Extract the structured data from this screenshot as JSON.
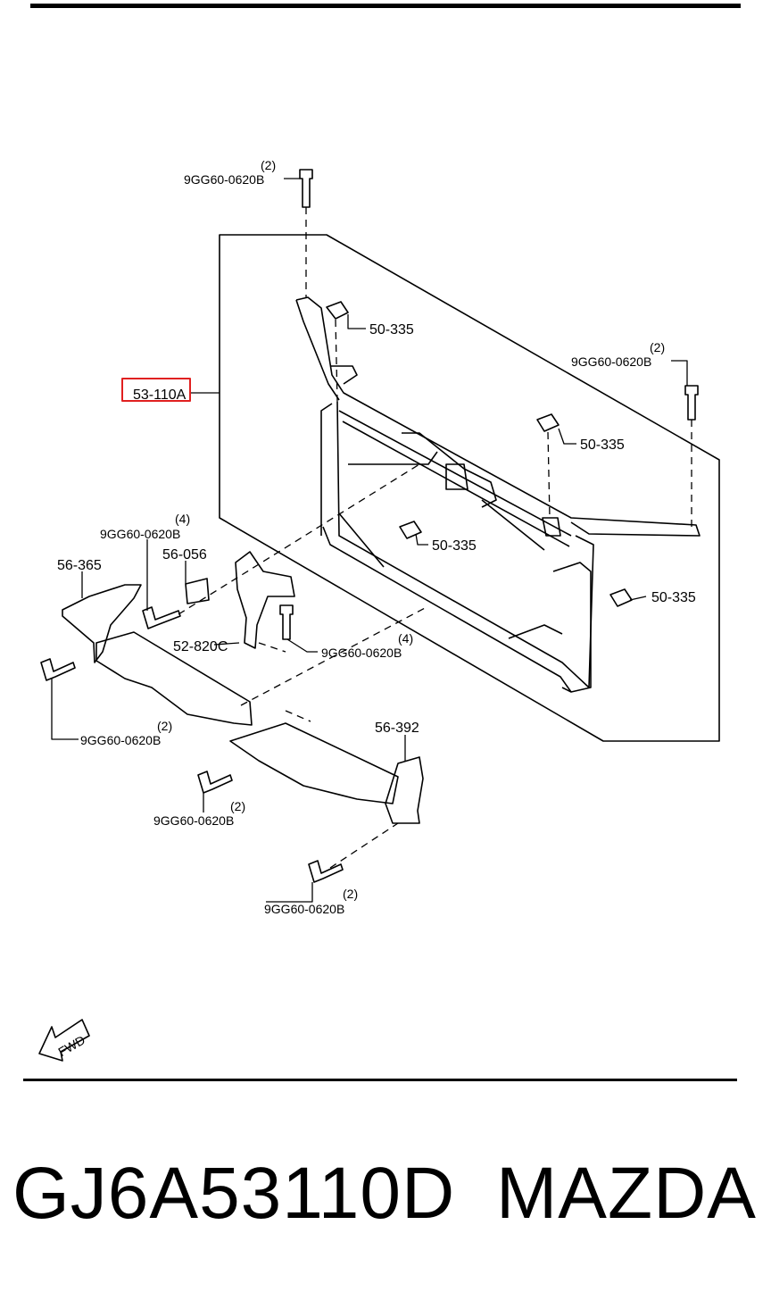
{
  "diagram": {
    "callouts": {
      "main_part": "53-110A",
      "clip_1": "50-335",
      "clip_2": "50-335",
      "clip_3": "50-335",
      "clip_4": "50-335",
      "bracket_left": "56-365",
      "bracket_small": "56-056",
      "latch": "52-820C",
      "deflector": "56-392",
      "bolt_top": "9GG60-0620B",
      "bolt_top_qty": "(2)",
      "bolt_right": "9GG60-0620B",
      "bolt_right_qty": "(2)",
      "bolt_bracket": "9GG60-0620B",
      "bolt_bracket_qty": "(4)",
      "bolt_latch": "9GG60-0620B",
      "bolt_latch_qty": "(4)",
      "bolt_left": "9GG60-0620B",
      "bolt_left_qty": "(2)",
      "bolt_mid": "9GG60-0620B",
      "bolt_mid_qty": "(2)",
      "bolt_bottom": "9GG60-0620B",
      "bolt_bottom_qty": "(2)"
    },
    "fwd_arrow_label": "FWD",
    "highlight_color": "#e02020"
  },
  "footer": {
    "part_number": "GJ6A53110D",
    "brand": "MAZDA"
  }
}
